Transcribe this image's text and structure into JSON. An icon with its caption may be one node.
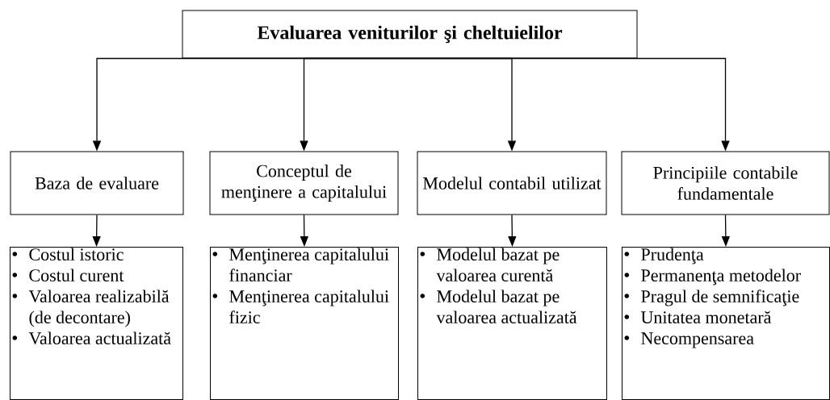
{
  "diagram": {
    "nodes": [
      {
        "text": [
          "Evaluarea veniturilor şi cheltuielilor"
        ]
      },
      {
        "text": [
          "Baza de evaluare"
        ]
      },
      {
        "text": [
          "Conceptul de menţinere a capitalului"
        ]
      },
      {
        "text": [
          "Modelul contabil utilizat"
        ]
      },
      {
        "text": [
          "Principiile contabile fundamentale"
        ]
      },
      {
        "text": [
          "Costul istoric",
          "Costul curent",
          "Valoarea realizabilă (de decontare)",
          "Valoarea actualizată"
        ]
      },
      {
        "text": [
          "Menţinerea capitalului financiar",
          "Menţinerea capitalului fizic"
        ]
      },
      {
        "text": [
          "Modelul bazat pe valoarea curentă",
          "Modelul bazat pe valoarea actualizată"
        ]
      },
      {
        "text": [
          "Prudenţa",
          "Permanenţa metodelor",
          "Pragul de semnificaţie",
          "Unitatea monetară",
          "Necompensarea"
        ]
      }
    ],
    "edges": [
      {
        "from": 0,
        "to": 1,
        "arrow": "to"
      },
      {
        "from": 0,
        "to": 2,
        "arrow": "to"
      },
      {
        "from": 0,
        "to": 3,
        "arrow": "to"
      },
      {
        "from": 0,
        "to": 4,
        "arrow": "to"
      },
      {
        "from": 1,
        "to": 5,
        "arrow": "to"
      },
      {
        "from": 2,
        "to": 6,
        "arrow": "to"
      },
      {
        "from": 3,
        "to": 7,
        "arrow": "to"
      },
      {
        "from": 4,
        "to": 8,
        "arrow": "to"
      }
    ]
  }
}
